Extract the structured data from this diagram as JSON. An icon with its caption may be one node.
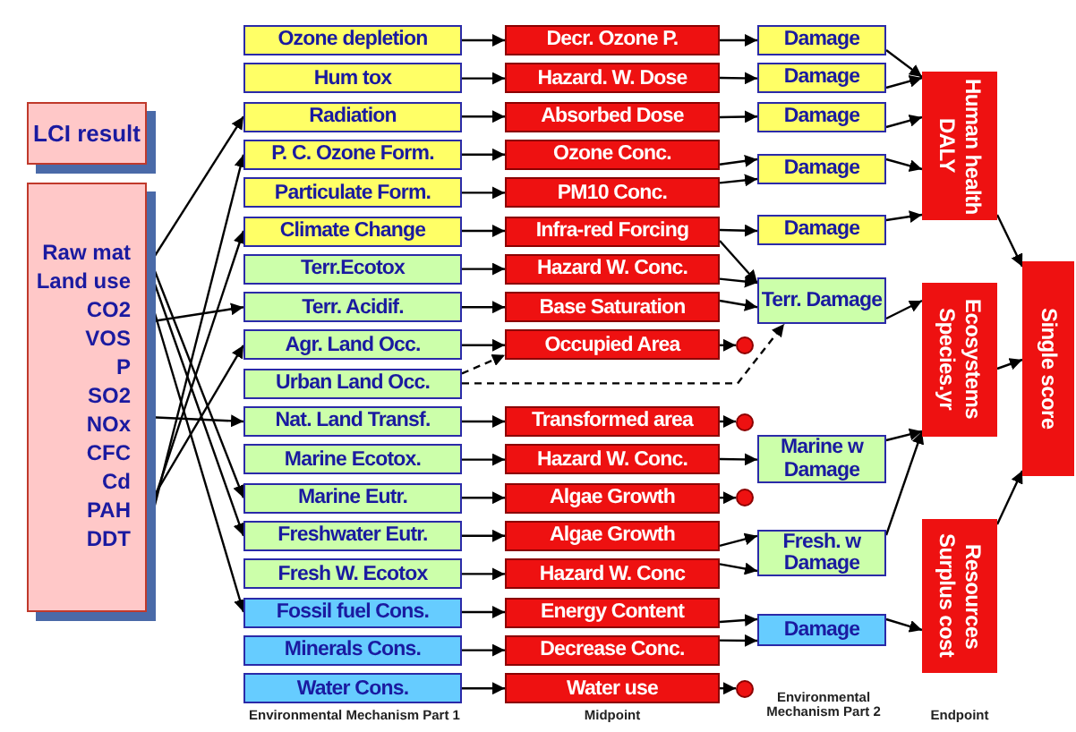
{
  "diagram": {
    "nodes": [
      {
        "text": [
          "LCI result"
        ]
      },
      {
        "text": [
          "Raw mat",
          "Land use",
          "CO2",
          "VOS",
          "P",
          "SO2",
          "NOx",
          "CFC",
          "Cd",
          "PAH",
          "DDT"
        ]
      },
      {
        "text": [
          "Ozone depletion"
        ]
      },
      {
        "text": [
          "Hum tox"
        ]
      },
      {
        "text": [
          "Radiation"
        ]
      },
      {
        "text": [
          "P. C. Ozone Form."
        ]
      },
      {
        "text": [
          "Particulate Form."
        ]
      },
      {
        "text": [
          "Climate Change"
        ]
      },
      {
        "text": [
          "Terr.Ecotox"
        ]
      },
      {
        "text": [
          "Terr. Acidif."
        ]
      },
      {
        "text": [
          "Agr. Land Occ."
        ]
      },
      {
        "text": [
          "Urban Land Occ."
        ]
      },
      {
        "text": [
          "Nat. Land Transf."
        ]
      },
      {
        "text": [
          "Marine Ecotox."
        ]
      },
      {
        "text": [
          "Marine Eutr."
        ]
      },
      {
        "text": [
          "Freshwater Eutr."
        ]
      },
      {
        "text": [
          "Fresh W. Ecotox"
        ]
      },
      {
        "text": [
          "Fossil fuel Cons."
        ]
      },
      {
        "text": [
          "Minerals Cons."
        ]
      },
      {
        "text": [
          "Water Cons."
        ]
      },
      {
        "text": [
          "Decr. Ozone P."
        ]
      },
      {
        "text": [
          "Hazard. W. Dose"
        ]
      },
      {
        "text": [
          "Absorbed Dose"
        ]
      },
      {
        "text": [
          "Ozone Conc."
        ]
      },
      {
        "text": [
          "PM10 Conc."
        ]
      },
      {
        "text": [
          "Infra-red Forcing"
        ]
      },
      {
        "text": [
          "Hazard W. Conc."
        ]
      },
      {
        "text": [
          "Base Saturation"
        ]
      },
      {
        "text": [
          "Occupied Area"
        ]
      },
      {
        "text": [
          "Transformed area"
        ]
      },
      {
        "text": [
          "Hazard W. Conc."
        ]
      },
      {
        "text": [
          "Algae Growth"
        ]
      },
      {
        "text": [
          "Algae Growth"
        ]
      },
      {
        "text": [
          "Hazard W. Conc"
        ]
      },
      {
        "text": [
          "Energy Content"
        ]
      },
      {
        "text": [
          "Decrease Conc."
        ]
      },
      {
        "text": [
          "Water use"
        ]
      },
      {
        "text": [],
        "shape": "circle"
      },
      {
        "text": [],
        "shape": "circle"
      },
      {
        "text": [],
        "shape": "circle"
      },
      {
        "text": [],
        "shape": "circle"
      },
      {
        "text": [
          "Damage"
        ]
      },
      {
        "text": [
          "Damage"
        ]
      },
      {
        "text": [
          "Damage"
        ]
      },
      {
        "text": [
          "Damage"
        ]
      },
      {
        "text": [
          "Damage"
        ]
      },
      {
        "text": [
          "Terr. Damage"
        ]
      },
      {
        "text": [
          "Marine w Damage"
        ]
      },
      {
        "text": [
          "Fresh. w Damage"
        ]
      },
      {
        "text": [
          "Damage"
        ]
      },
      {
        "text": [
          "Human health",
          "DALY"
        ]
      },
      {
        "text": [
          "Ecosystems",
          "Species.yr"
        ]
      },
      {
        "text": [
          "Resources",
          "Surplus cost"
        ]
      },
      {
        "text": [
          "Single score"
        ]
      }
    ],
    "edges": [
      {
        "from": 1,
        "to": 4,
        "arrow": "to"
      },
      {
        "from": 1,
        "to": 5,
        "arrow": "to"
      },
      {
        "from": 1,
        "to": 7,
        "arrow": "to"
      },
      {
        "from": 1,
        "to": 9,
        "arrow": "to"
      },
      {
        "from": 1,
        "to": 10,
        "arrow": "to"
      },
      {
        "from": 1,
        "to": 12,
        "arrow": "to"
      },
      {
        "from": 1,
        "to": 14,
        "arrow": "to"
      },
      {
        "from": 1,
        "to": 15,
        "arrow": "to"
      },
      {
        "from": 1,
        "to": 17,
        "arrow": "to"
      },
      {
        "from": 2,
        "to": 20,
        "arrow": "to"
      },
      {
        "from": 3,
        "to": 21,
        "arrow": "to"
      },
      {
        "from": 4,
        "to": 22,
        "arrow": "to"
      },
      {
        "from": 5,
        "to": 23,
        "arrow": "to"
      },
      {
        "from": 6,
        "to": 24,
        "arrow": "to"
      },
      {
        "from": 7,
        "to": 25,
        "arrow": "to"
      },
      {
        "from": 8,
        "to": 26,
        "arrow": "to"
      },
      {
        "from": 9,
        "to": 27,
        "arrow": "to"
      },
      {
        "from": 10,
        "to": 28,
        "arrow": "to"
      },
      {
        "from": 11,
        "to": 28,
        "arrow": "to",
        "style": "dashed"
      },
      {
        "from": 11,
        "to": 46,
        "arrow": "to",
        "style": "dashed"
      },
      {
        "from": 12,
        "to": 29,
        "arrow": "to"
      },
      {
        "from": 13,
        "to": 30,
        "arrow": "to"
      },
      {
        "from": 14,
        "to": 31,
        "arrow": "to"
      },
      {
        "from": 15,
        "to": 32,
        "arrow": "to"
      },
      {
        "from": 16,
        "to": 33,
        "arrow": "to"
      },
      {
        "from": 17,
        "to": 34,
        "arrow": "to"
      },
      {
        "from": 18,
        "to": 35,
        "arrow": "to"
      },
      {
        "from": 19,
        "to": 36,
        "arrow": "to"
      },
      {
        "from": 28,
        "to": 37,
        "arrow": "to"
      },
      {
        "from": 29,
        "to": 38,
        "arrow": "to"
      },
      {
        "from": 31,
        "to": 39,
        "arrow": "to"
      },
      {
        "from": 36,
        "to": 40,
        "arrow": "to"
      },
      {
        "from": 20,
        "to": 41,
        "arrow": "to"
      },
      {
        "from": 21,
        "to": 42,
        "arrow": "to"
      },
      {
        "from": 22,
        "to": 43,
        "arrow": "to"
      },
      {
        "from": 23,
        "to": 44,
        "arrow": "to"
      },
      {
        "from": 24,
        "to": 44,
        "arrow": "to"
      },
      {
        "from": 25,
        "to": 45,
        "arrow": "to"
      },
      {
        "from": 25,
        "to": 46,
        "arrow": "to"
      },
      {
        "from": 26,
        "to": 46,
        "arrow": "to"
      },
      {
        "from": 27,
        "to": 46,
        "arrow": "to"
      },
      {
        "from": 30,
        "to": 47,
        "arrow": "to"
      },
      {
        "from": 32,
        "to": 48,
        "arrow": "to"
      },
      {
        "from": 33,
        "to": 48,
        "arrow": "to"
      },
      {
        "from": 34,
        "to": 49,
        "arrow": "to"
      },
      {
        "from": 35,
        "to": 49,
        "arrow": "to"
      },
      {
        "from": 41,
        "to": 50,
        "arrow": "to"
      },
      {
        "from": 42,
        "to": 50,
        "arrow": "to"
      },
      {
        "from": 43,
        "to": 50,
        "arrow": "to"
      },
      {
        "from": 44,
        "to": 50,
        "arrow": "to"
      },
      {
        "from": 45,
        "to": 50,
        "arrow": "to"
      },
      {
        "from": 46,
        "to": 51,
        "arrow": "to"
      },
      {
        "from": 47,
        "to": 51,
        "arrow": "to"
      },
      {
        "from": 48,
        "to": 51,
        "arrow": "to"
      },
      {
        "from": 49,
        "to": 52,
        "arrow": "to"
      },
      {
        "from": 50,
        "to": 53,
        "arrow": "to"
      },
      {
        "from": 51,
        "to": 53,
        "arrow": "to"
      },
      {
        "from": 52,
        "to": 53,
        "arrow": "to"
      }
    ],
    "labels": [
      "Environmental Mechanism Part 1",
      "Midpoint",
      "Environmental Mechanism Part 2",
      "Endpoint"
    ]
  }
}
